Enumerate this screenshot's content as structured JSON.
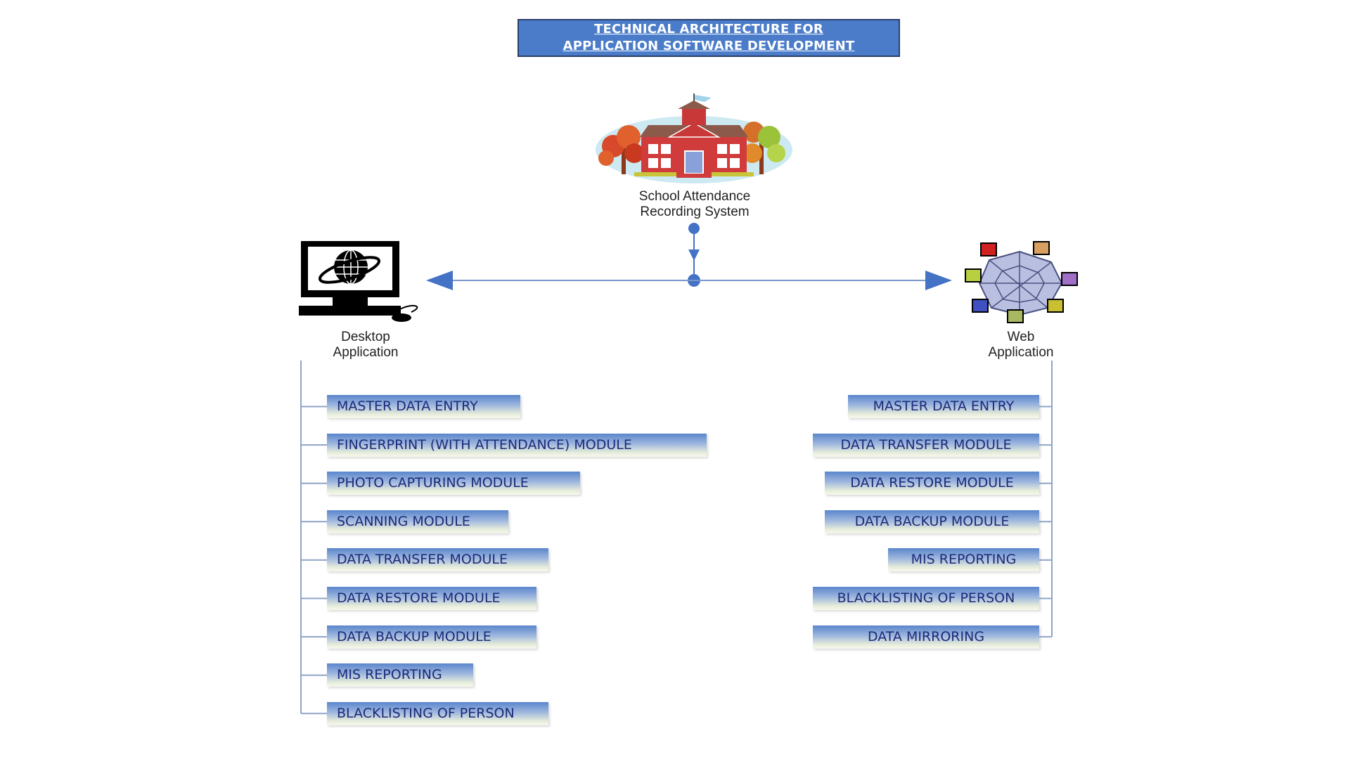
{
  "title": {
    "line1": "TECHNICAL ARCHITECTURE FOR",
    "line2": "APPLICATION SOFTWARE DEVELOPMENT"
  },
  "colors": {
    "title_fill": "#4a7cc9",
    "arrow": "#4472c4",
    "connector": "#8fa4c8",
    "module_text": "#1e2a78"
  },
  "root": {
    "icon": "school-building-icon",
    "label_line1": "School Attendance",
    "label_line2": "Recording System"
  },
  "desktop": {
    "icon": "desktop-computer-globe-icon",
    "label_line1": "Desktop",
    "label_line2": "Application",
    "modules": [
      "MASTER DATA ENTRY",
      "FINGERPRINT (WITH ATTENDANCE) MODULE",
      "PHOTO CAPTURING MODULE",
      "SCANNING MODULE",
      "DATA TRANSFER MODULE",
      "DATA RESTORE MODULE",
      "DATA BACKUP MODULE",
      "MIS REPORTING",
      "BLACKLISTING OF PERSON"
    ]
  },
  "web": {
    "icon": "web-network-icon",
    "label_line1": "Web",
    "label_line2": "Application",
    "modules": [
      "MASTER DATA ENTRY",
      "DATA TRANSFER MODULE",
      "DATA RESTORE MODULE",
      "DATA BACKUP MODULE",
      "MIS REPORTING",
      "BLACKLISTING OF PERSON",
      "DATA MIRRORING"
    ]
  }
}
